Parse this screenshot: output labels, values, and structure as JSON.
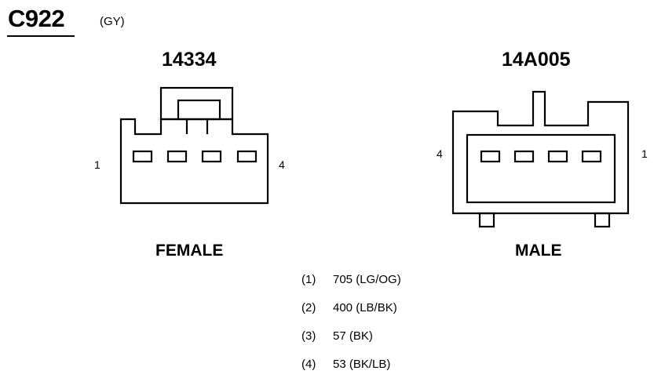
{
  "connector": {
    "id": "C922",
    "color_code": "(GY)"
  },
  "female": {
    "part_number": "14334",
    "gender": "FEMALE",
    "left_pin": "1",
    "right_pin": "4"
  },
  "male": {
    "part_number": "14A005",
    "gender": "MALE",
    "left_pin": "4",
    "right_pin": "1"
  },
  "pinout": [
    {
      "pin": "(1)",
      "circuit": "705 (LG/OG)"
    },
    {
      "pin": "(2)",
      "circuit": "400 (LB/BK)"
    },
    {
      "pin": "(3)",
      "circuit": "57 (BK)"
    },
    {
      "pin": "(4)",
      "circuit": "53 (BK/LB)"
    }
  ]
}
